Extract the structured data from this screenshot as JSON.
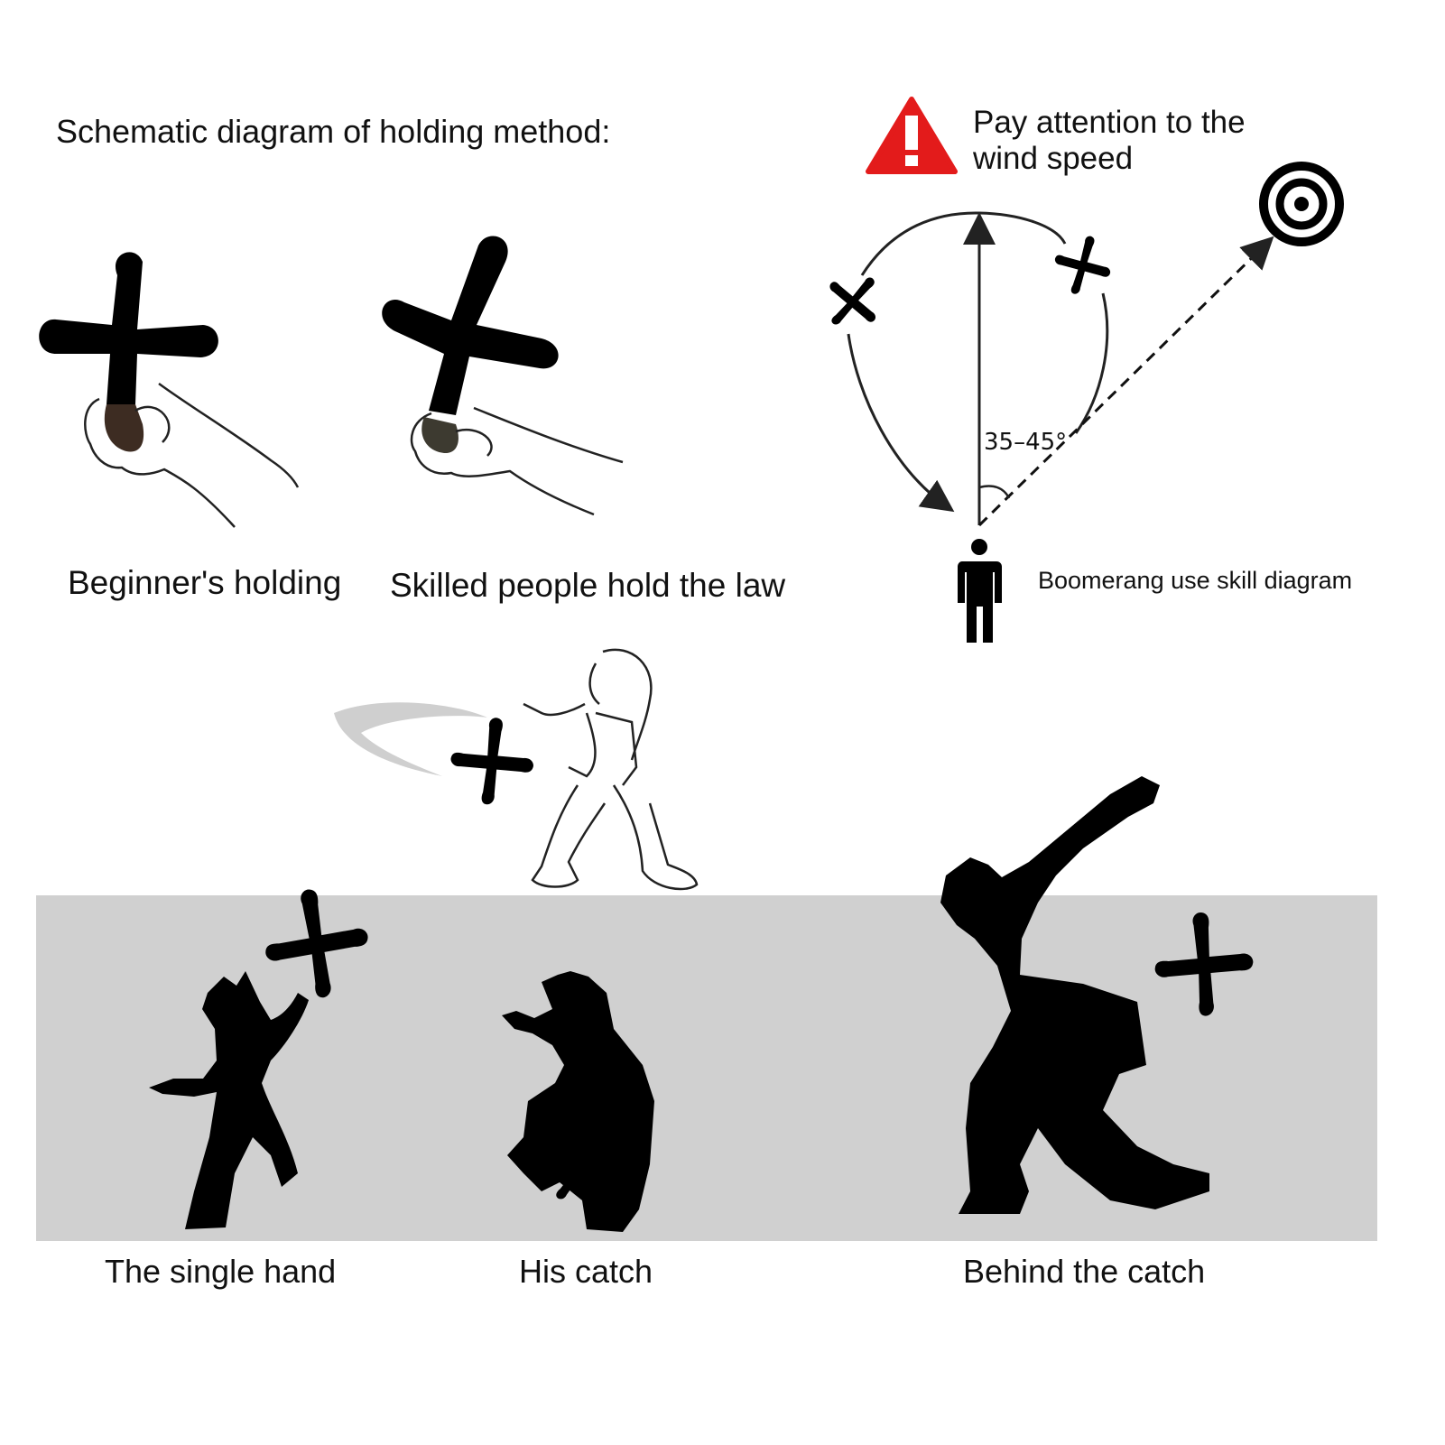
{
  "heading": "Schematic diagram of holding method:",
  "warning": {
    "text": "Pay attention to the wind speed",
    "icon": "warning-triangle-icon",
    "color": "#e31b1b"
  },
  "holding": {
    "beginner_caption": "Beginner's holding",
    "skilled_caption": "Skilled people hold the law"
  },
  "skill_diagram": {
    "caption": "Boomerang use skill diagram",
    "angle_label": "35–45°"
  },
  "catches": {
    "band_color": "#d0d0d0",
    "single_hand": "The single hand",
    "his_catch": "His catch",
    "behind_catch": "Behind the catch"
  }
}
